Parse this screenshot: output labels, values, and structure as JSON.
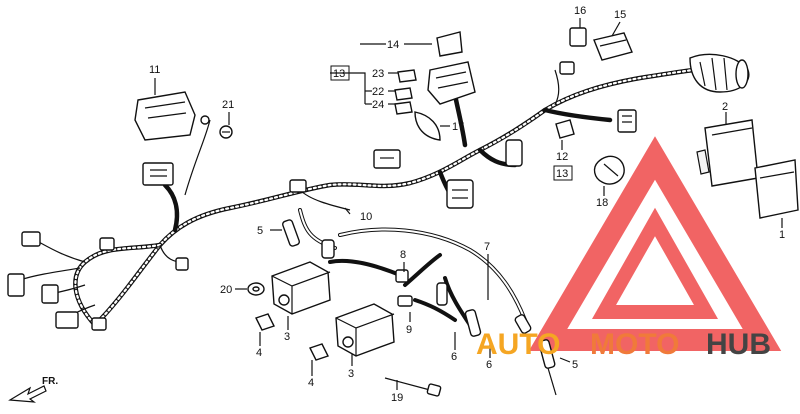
{
  "diagram": {
    "labels": {
      "p1": "1",
      "p2": "2",
      "p3a": "3",
      "p3b": "3",
      "p4a": "4",
      "p4b": "4",
      "p5a": "5",
      "p5b": "5",
      "p6a": "6",
      "p6b": "6",
      "p7": "7",
      "p8": "8",
      "p9": "9",
      "p10": "10",
      "p11": "11",
      "p12": "12",
      "p13a": "13",
      "p13b": "13",
      "p14": "14",
      "p15": "15",
      "p16": "16",
      "p17": "17",
      "p18": "18",
      "p19": "19",
      "p20": "20",
      "p21": "21",
      "p22": "22",
      "p23": "23",
      "p24": "24"
    },
    "direction_label": "FR.",
    "watermark": {
      "left_text": "AUTO",
      "mid_text": "MOTO",
      "right_text": "HUB",
      "colors": {
        "triangle": "#ef4a4a",
        "auto": "#f5a623",
        "moto": "#f07a3a",
        "hub": "#444444"
      }
    }
  }
}
